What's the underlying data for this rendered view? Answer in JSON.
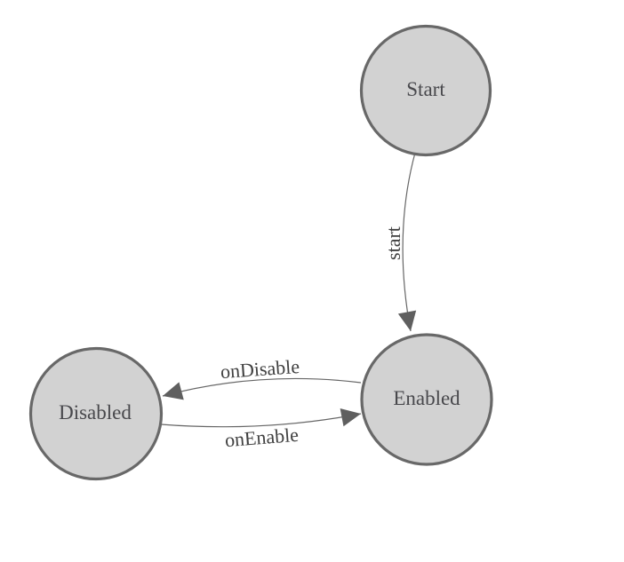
{
  "diagram": {
    "type": "state-machine",
    "colors": {
      "background": "#ffffff",
      "node_fill": "#d2d2d2",
      "node_stroke": "#686868",
      "edge_line": "#666666",
      "arrowhead": "#5f5f5f",
      "node_label_text": "#48484c",
      "edge_label_text": "#404040"
    },
    "nodes": [
      {
        "id": "start",
        "label": "Start"
      },
      {
        "id": "enabled",
        "label": "Enabled"
      },
      {
        "id": "disabled",
        "label": "Disabled"
      }
    ],
    "edges": [
      {
        "from": "start",
        "to": "enabled",
        "label": "start"
      },
      {
        "from": "enabled",
        "to": "disabled",
        "label": "onDisable"
      },
      {
        "from": "disabled",
        "to": "enabled",
        "label": "onEnable"
      }
    ]
  }
}
